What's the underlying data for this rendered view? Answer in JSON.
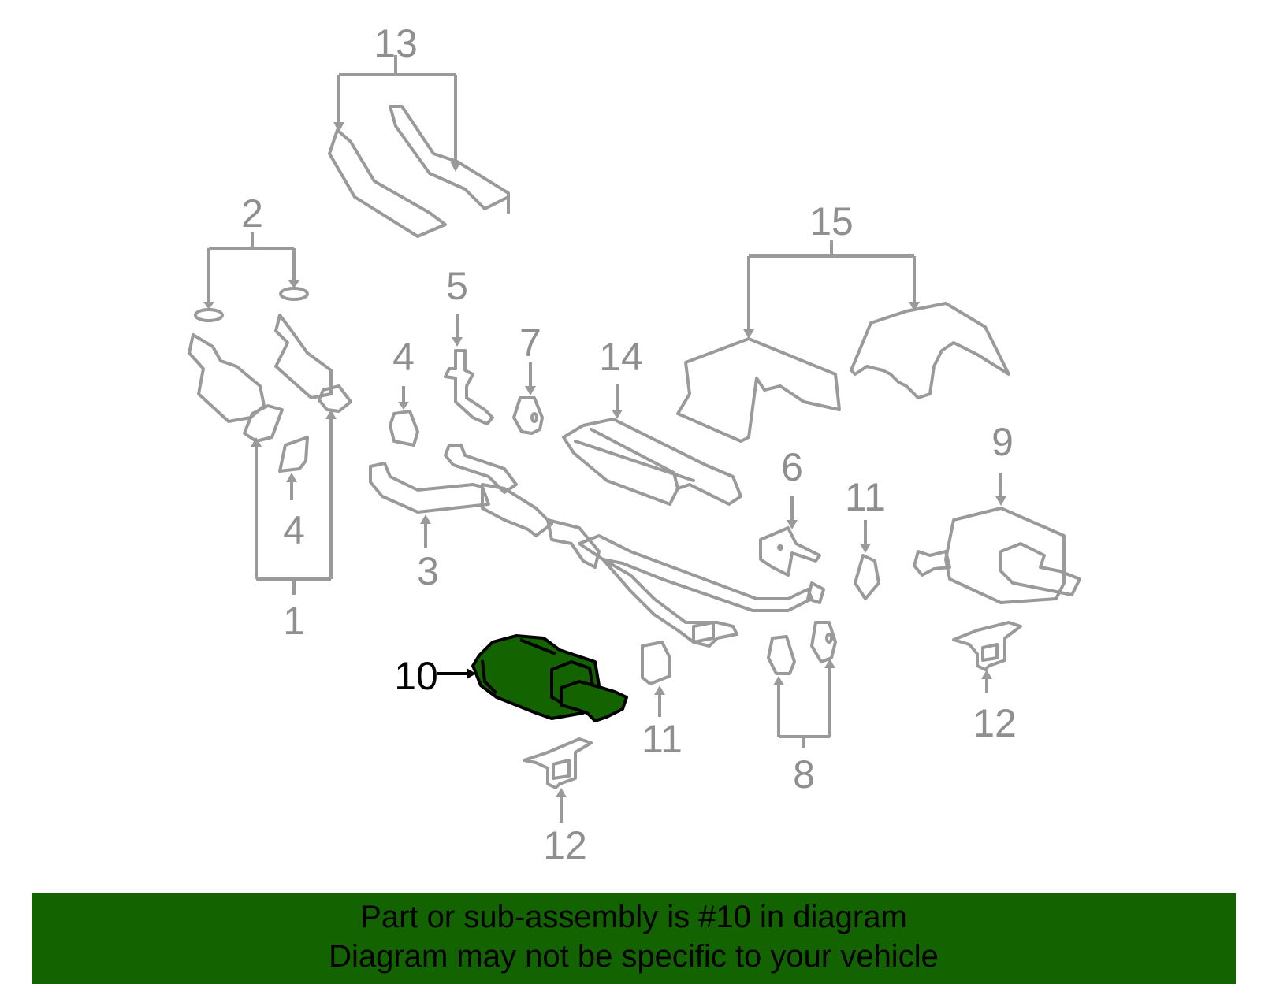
{
  "diagram": {
    "highlight_color": "#136400",
    "part_color": "#9a9a9a",
    "callouts": {
      "c13": "13",
      "c2": "2",
      "c15": "15",
      "c5": "5",
      "c4a": "4",
      "c7": "7",
      "c14": "14",
      "c4b": "4",
      "c3": "3",
      "c1": "1",
      "c6": "6",
      "c11a": "11",
      "c9": "9",
      "c10": "10",
      "c11b": "11",
      "c8": "8",
      "c12a": "12",
      "c12b": "12"
    }
  },
  "banner": {
    "line1": "Part or sub-assembly is #10 in diagram",
    "line2": "Diagram may not be specific to your vehicle",
    "color": "#136400"
  }
}
